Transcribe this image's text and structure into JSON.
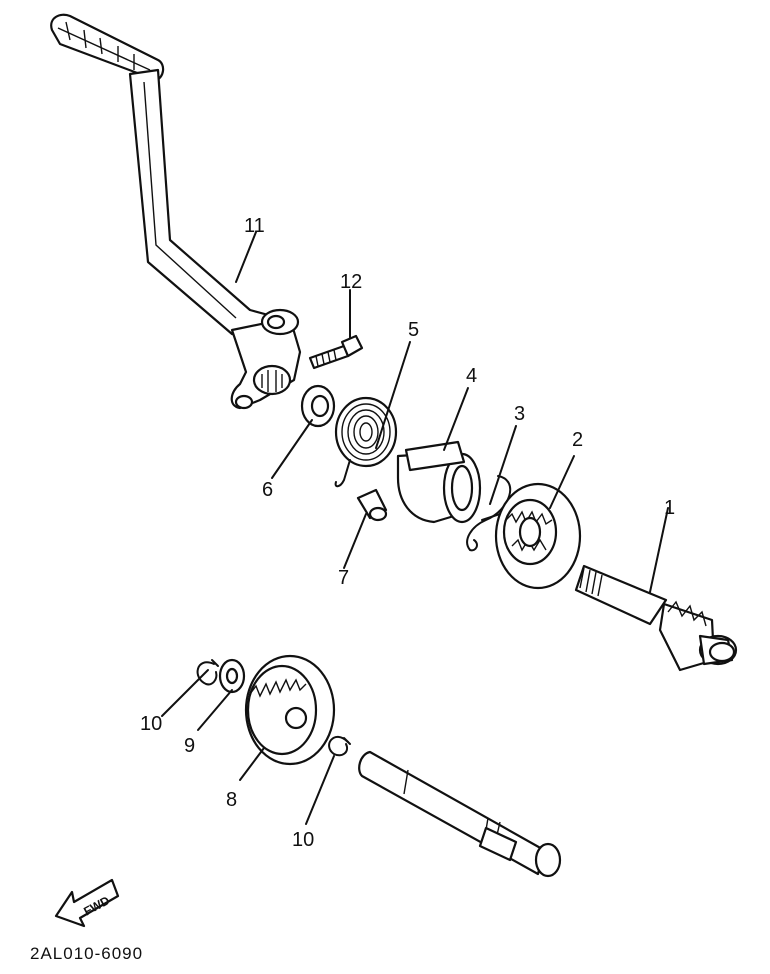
{
  "diagram": {
    "callouts": [
      {
        "id": "1",
        "label": "1"
      },
      {
        "id": "2",
        "label": "2"
      },
      {
        "id": "3",
        "label": "3"
      },
      {
        "id": "4",
        "label": "4"
      },
      {
        "id": "5",
        "label": "5"
      },
      {
        "id": "6",
        "label": "6"
      },
      {
        "id": "7",
        "label": "7"
      },
      {
        "id": "8",
        "label": "8"
      },
      {
        "id": "9",
        "label": "9"
      },
      {
        "id": "10a",
        "label": "10"
      },
      {
        "id": "10b",
        "label": "10"
      },
      {
        "id": "11",
        "label": "11"
      },
      {
        "id": "12",
        "label": "12"
      }
    ],
    "fwd_label": "FWD",
    "drawing_code": "2AL010-6090"
  }
}
